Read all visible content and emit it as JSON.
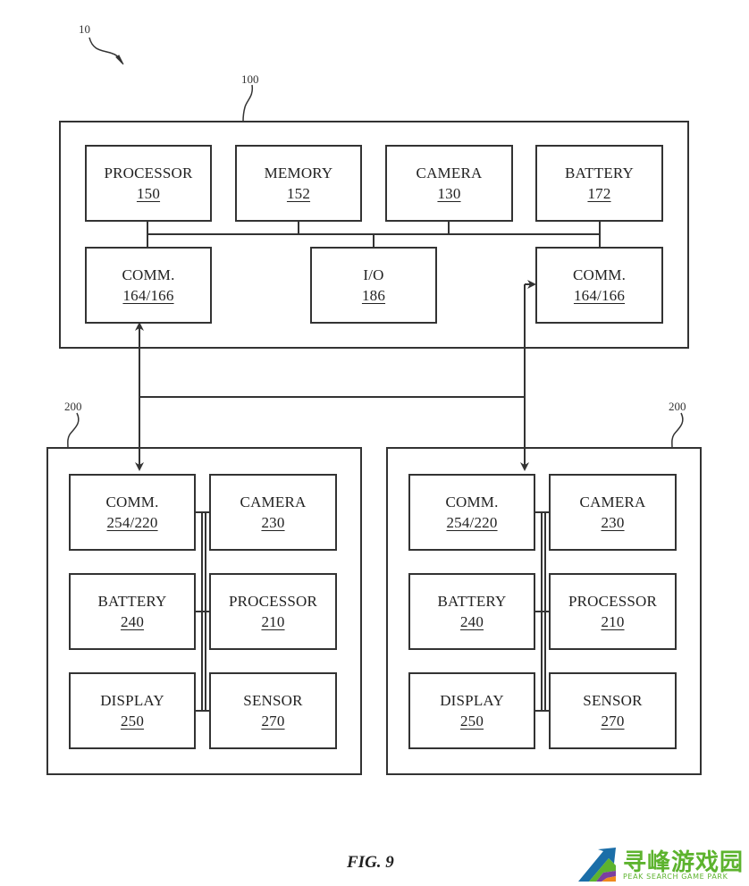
{
  "figure": {
    "caption": "FIG. 9",
    "system_ref": "10",
    "device": {
      "ref": "100",
      "components": [
        {
          "id": "processor",
          "label": "PROCESSOR",
          "number": "150"
        },
        {
          "id": "memory",
          "label": "MEMORY",
          "number": "152"
        },
        {
          "id": "camera",
          "label": "CAMERA",
          "number": "130"
        },
        {
          "id": "battery",
          "label": "BATTERY",
          "number": "172"
        },
        {
          "id": "comm-left",
          "label": "COMM.",
          "number": "164/166"
        },
        {
          "id": "io",
          "label": "I/O",
          "number": "186"
        },
        {
          "id": "comm-right",
          "label": "COMM.",
          "number": "164/166"
        }
      ]
    },
    "peripherals": [
      {
        "ref": "200",
        "components": [
          {
            "id": "comm",
            "label": "COMM.",
            "number": "254/220"
          },
          {
            "id": "camera",
            "label": "CAMERA",
            "number": "230"
          },
          {
            "id": "battery",
            "label": "BATTERY",
            "number": "240"
          },
          {
            "id": "processor",
            "label": "PROCESSOR",
            "number": "210"
          },
          {
            "id": "display",
            "label": "DISPLAY",
            "number": "250"
          },
          {
            "id": "sensor",
            "label": "SENSOR",
            "number": "270"
          }
        ]
      },
      {
        "ref": "200",
        "components": [
          {
            "id": "comm",
            "label": "COMM.",
            "number": "254/220"
          },
          {
            "id": "camera",
            "label": "CAMERA",
            "number": "230"
          },
          {
            "id": "battery",
            "label": "BATTERY",
            "number": "240"
          },
          {
            "id": "processor",
            "label": "PROCESSOR",
            "number": "210"
          },
          {
            "id": "display",
            "label": "DISPLAY",
            "number": "250"
          },
          {
            "id": "sensor",
            "label": "SENSOR",
            "number": "270"
          }
        ]
      }
    ]
  },
  "watermark": {
    "title": "寻峰游戏园",
    "subtitle": "PEAK SEARCH GAME PARK",
    "colors": {
      "green": "#5db32e",
      "blue": "#1b6ea8",
      "purple": "#7b3fa0",
      "orange": "#f08a1c"
    }
  }
}
